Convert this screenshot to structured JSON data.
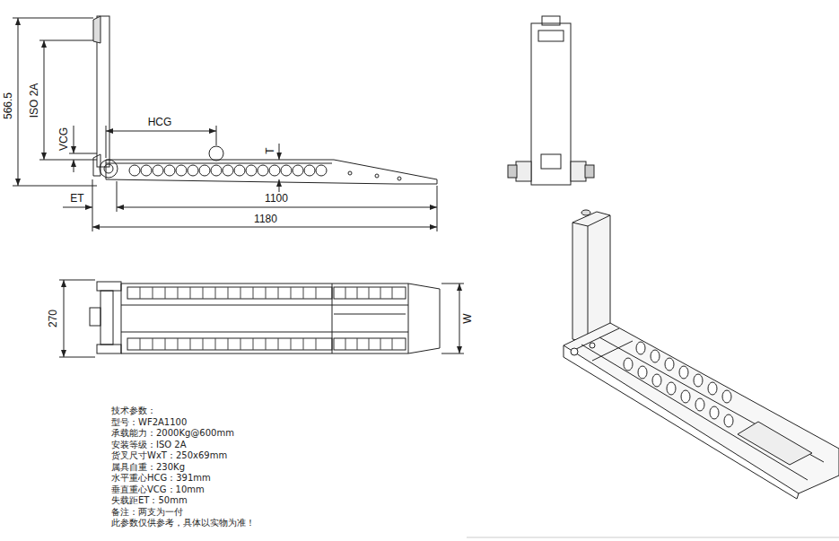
{
  "diagram": {
    "labels": [
      "566.5",
      "ISO 2A",
      "VCG",
      "HCG",
      "T",
      "1100",
      "ET",
      "1180",
      "270",
      "W",
      "技术参数：",
      "型号：WF2A1100",
      "承载能力：2000Kg@600mm",
      "安装等级：ISO 2A",
      "货叉尺寸WxT：250x69mm",
      "属具自重：230Kg",
      "水平重心HCG：391mm",
      "垂直重心VCG：10mm",
      "失载距ET：50mm",
      "备注：两支为一付",
      "此参数仅供参考，具体以实物为准！"
    ]
  }
}
